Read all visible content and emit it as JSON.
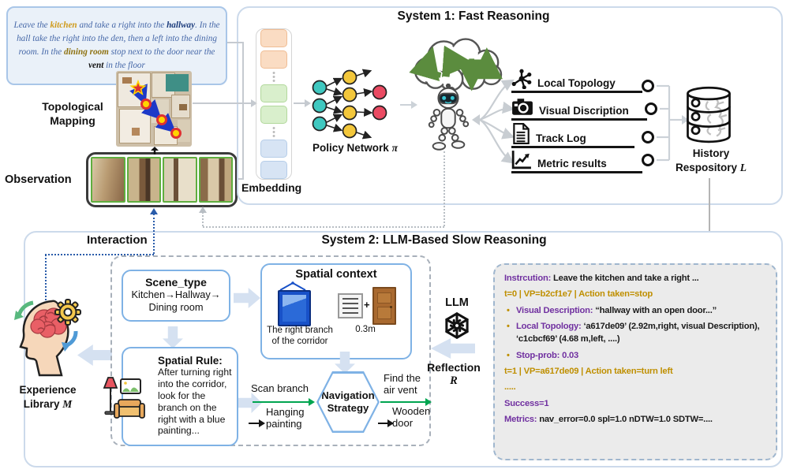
{
  "colors": {
    "purple": "#7030a0",
    "gold": "#bf8f00",
    "green_arrow": "#00a550",
    "blue_border": "#7fb2e5",
    "panel_border": "#ccdaeb",
    "gray_panel_bg": "#ebebeb",
    "instr_blue": "#4668a8",
    "kitchen": "#cf9b1c",
    "hallway": "#1d3d7d",
    "dining": "#8f7313"
  },
  "instruction": {
    "segments": [
      {
        "text": "Leave the ",
        "style": "normal"
      },
      {
        "text": "kitchen",
        "style": "kitchen"
      },
      {
        "text": " and take a right into the ",
        "style": "normal"
      },
      {
        "text": "hallway",
        "style": "hallway"
      },
      {
        "text": ". In the hall take the right into the den, then a left into the dining room. In the ",
        "style": "normal"
      },
      {
        "text": "dining room",
        "style": "dining"
      },
      {
        "text": " stop next to the door near the ",
        "style": "normal"
      },
      {
        "text": "vent",
        "style": "vent"
      },
      {
        "text": " in the floor",
        "style": "normal"
      }
    ]
  },
  "labels": {
    "topological_1": "Topological",
    "topological_2": "Mapping",
    "observation": "Observation",
    "embedding": "Embedding",
    "policy": "Policy Network",
    "policy_symbol": "π",
    "interaction": "Interaction",
    "llm": "LLM",
    "reflection": "Reflection",
    "reflection_symbol": "R",
    "history_1": "History",
    "history_2": "Respository",
    "history_symbol": "L",
    "experience_1": "Experience",
    "experience_2": "Library",
    "experience_symbol": "M"
  },
  "system1": {
    "title": "System 1: Fast Reasoning",
    "embedding_cells": [
      "peach",
      "peach",
      "dots",
      "green",
      "green",
      "dots",
      "blue",
      "blue"
    ],
    "outputs": [
      {
        "label": "Local Topology",
        "icon": "topology-icon"
      },
      {
        "label": "Visual Discription",
        "icon": "camera-icon"
      },
      {
        "label": "Track Log",
        "icon": "document-icon"
      },
      {
        "label": "Metric results",
        "icon": "chart-icon"
      }
    ]
  },
  "system2": {
    "title": "System 2: LLM-Based Slow Reasoning",
    "scene_type": {
      "title": "Scene_type",
      "line1": "Kitchen→Hallway→",
      "line2": "Dining room"
    },
    "spatial_context": {
      "title": "Spatial context",
      "caption1": "The right branch",
      "caption2": "of the corridor",
      "plus": "+",
      "distance": "0.3m"
    },
    "spatial_rule": {
      "title": "Spatial Rule:",
      "body": "After turning right into the corridor, look for the branch on the right with a blue painting..."
    },
    "navigation": {
      "line1": "Navigation",
      "line2": "Strategy"
    },
    "edges": {
      "scan": "Scan branch",
      "hang1": "Hanging",
      "hang2": "painting",
      "find1": "Find the",
      "find2": "air vent",
      "wood1": "Wooden",
      "wood2": "door"
    }
  },
  "log_panel": {
    "lines": [
      {
        "bullet": false,
        "segments": [
          {
            "t": "Instrcution:",
            "c": "purple"
          },
          {
            "t": " Leave the kitchen and take a right ...",
            "c": "black"
          }
        ]
      },
      {
        "bullet": false,
        "segments": [
          {
            "t": "t=0 | VP=b2cf1e7 | Action taken=stop",
            "c": "gold"
          }
        ]
      },
      {
        "bullet": true,
        "segments": [
          {
            "t": "Visual Description:",
            "c": "purple"
          },
          {
            "t": "  “hallway with an open door...”",
            "c": "black"
          }
        ]
      },
      {
        "bullet": true,
        "segments": [
          {
            "t": "Local Topology:",
            "c": "purple"
          },
          {
            "t": "  ‘a617de09’ (2.92m,right, visual Description),  ‘c1cbcf69’ (4.68 m,left, ....)",
            "c": "black"
          }
        ]
      },
      {
        "bullet": true,
        "segments": [
          {
            "t": "Stop-prob: 0.03",
            "c": "purple"
          }
        ]
      },
      {
        "bullet": false,
        "segments": [
          {
            "t": "t=1 | VP=a617de09 | Action taken=turn left",
            "c": "gold"
          }
        ]
      },
      {
        "bullet": false,
        "segments": [
          {
            "t": ".....",
            "c": "gold"
          }
        ]
      },
      {
        "bullet": false,
        "segments": [
          {
            "t": "Success=1",
            "c": "purple"
          }
        ]
      },
      {
        "bullet": false,
        "segments": [
          {
            "t": "Metrics:",
            "c": "purple"
          },
          {
            "t": " nav_error=0.0 spl=1.0 nDTW=1.0 SDTW=....",
            "c": "black"
          }
        ]
      }
    ]
  }
}
